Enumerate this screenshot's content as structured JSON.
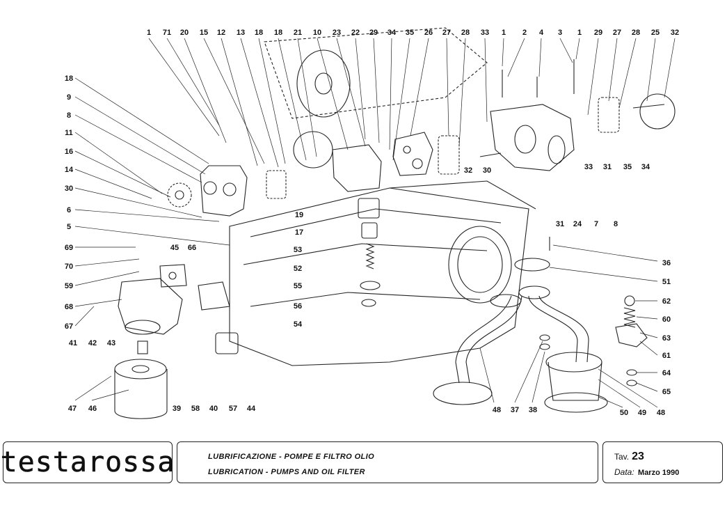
{
  "part_numbers": {
    "top_row": [
      "1",
      "71",
      "20",
      "15",
      "12",
      "13",
      "18",
      "18",
      "21",
      "10",
      "23",
      "22",
      "29",
      "34",
      "35",
      "26",
      "27",
      "28",
      "33",
      "1",
      "2",
      "4",
      "3",
      "1",
      "29",
      "27",
      "28",
      "25",
      "32"
    ],
    "left_column": [
      "18",
      "9",
      "8",
      "11",
      "16",
      "14",
      "30",
      "6",
      "5",
      "69",
      "70",
      "59",
      "68",
      "67"
    ],
    "bottom_left": [
      "41",
      "42",
      "43",
      "47",
      "46",
      "39",
      "58",
      "40",
      "57",
      "44"
    ],
    "center": [
      "45",
      "66",
      "19",
      "17",
      "53",
      "52",
      "55",
      "56",
      "54"
    ],
    "right_mid": [
      "32",
      "30",
      "31",
      "24",
      "7",
      "8",
      "33",
      "31",
      "35",
      "34"
    ],
    "right_column": [
      "36",
      "51",
      "62",
      "60",
      "63",
      "61",
      "64",
      "65"
    ],
    "bottom_right": [
      "48",
      "37",
      "38",
      "50",
      "49",
      "48"
    ]
  },
  "footer": {
    "logo": "testarossa",
    "title_it": "LUBRIFICAZIONE - POMPE E FILTRO OLIO",
    "title_en": "LUBRICATION - PUMPS AND OIL FILTER",
    "tav_label": "Tav.",
    "tav_number": "23",
    "date_label": "Data:",
    "date_value": "Marzo 1990"
  },
  "colors": {
    "ink": "#111111",
    "paper": "#ffffff"
  }
}
